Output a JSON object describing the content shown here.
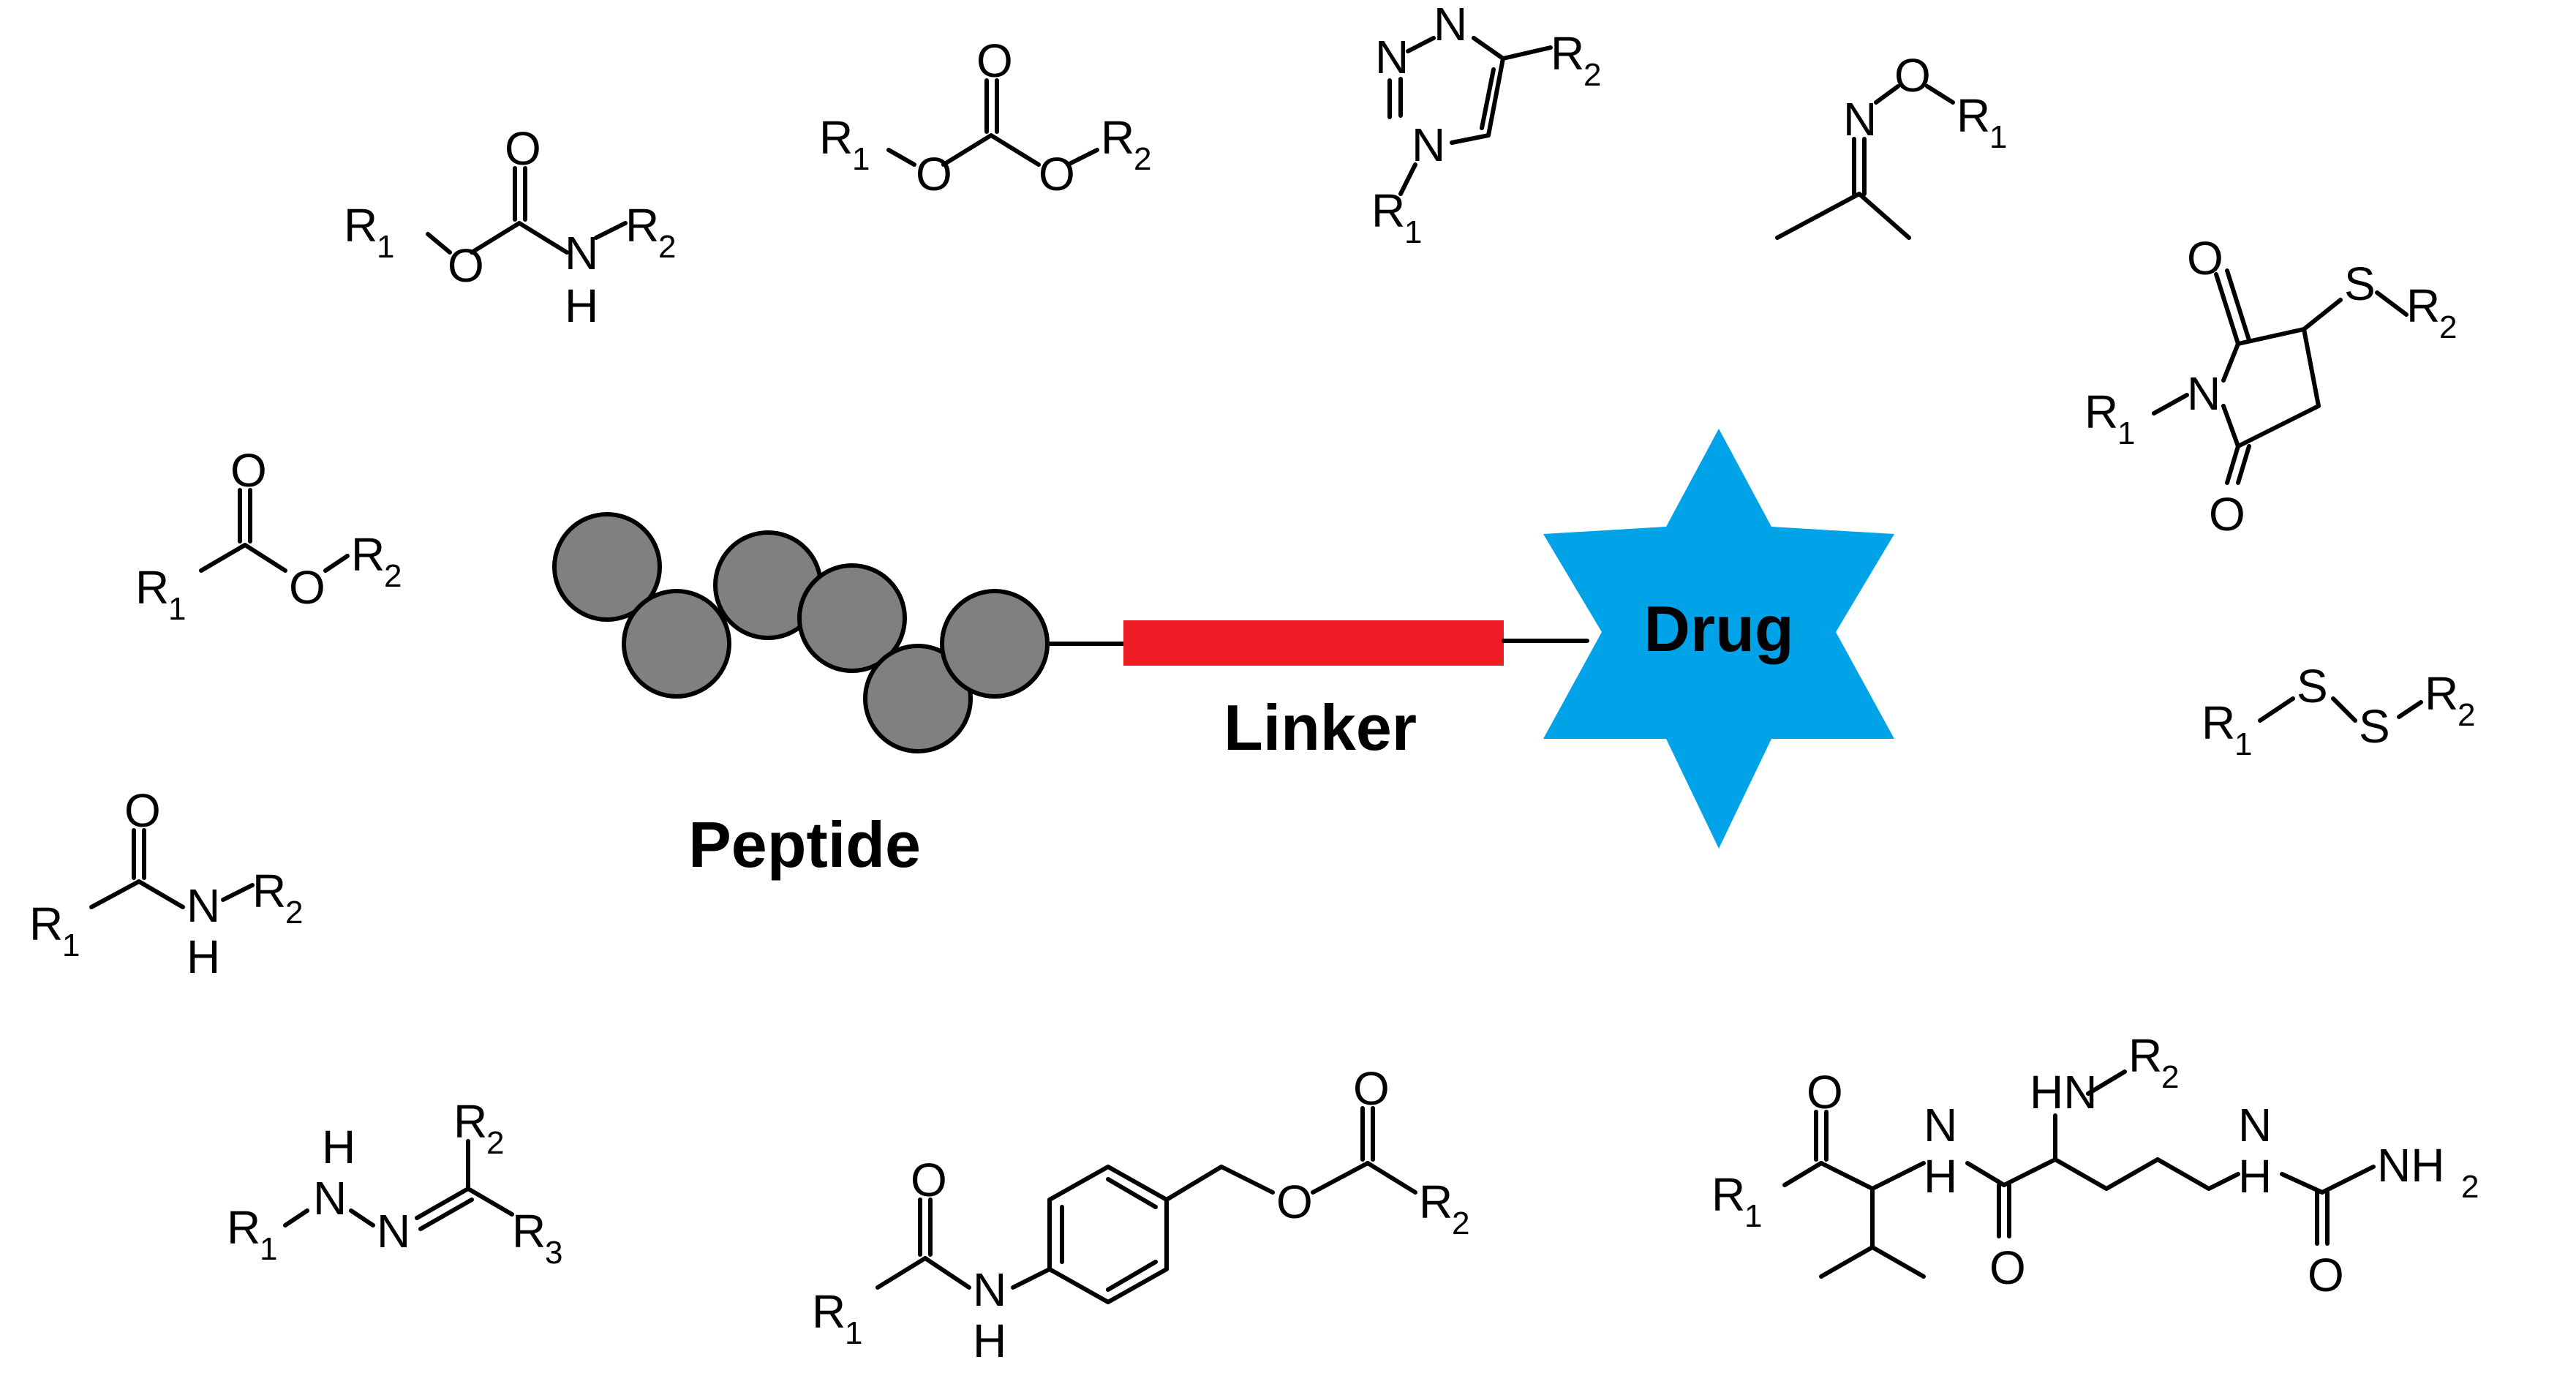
{
  "colors": {
    "bead": "#808080",
    "linker": "#ee1c25",
    "drug": "#00a2e8",
    "ink": "#000000"
  },
  "labels": {
    "peptide": "Peptide",
    "linker": "Linker",
    "drug": "Drug"
  },
  "atoms": {
    "R": "R",
    "O": "O",
    "N": "N",
    "H": "H",
    "S": "S",
    "HN": "HN",
    "NH": "NH",
    "one": "1",
    "two": "2",
    "three": "3"
  }
}
